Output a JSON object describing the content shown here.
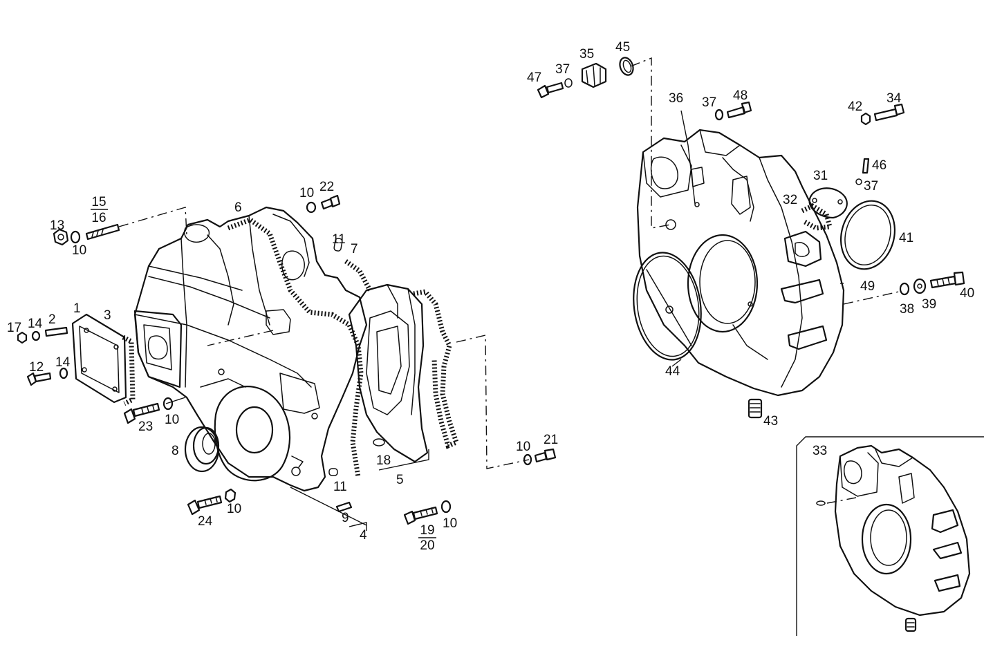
{
  "callouts": {
    "c1": "1",
    "c2": "2",
    "c3": "3",
    "c4": "4",
    "c5": "5",
    "c6": "6",
    "c7": "7",
    "c8": "8",
    "c9": "9",
    "c10a": "10",
    "c10b": "10",
    "c10c": "10",
    "c10d": "10",
    "c10e": "10",
    "c10f": "10",
    "c11a": "11",
    "c11b": "11",
    "c12": "12",
    "c13": "13",
    "c14a": "14",
    "c14b": "14",
    "c17": "17",
    "c18": "18",
    "c21": "21",
    "c22": "22",
    "c23": "23",
    "c24": "24",
    "c31": "31",
    "c32": "32",
    "c33": "33",
    "c34": "34",
    "c35": "35",
    "c36": "36",
    "c37a": "37",
    "c37b": "37",
    "c37c": "37",
    "c38": "38",
    "c39": "39",
    "c40": "40",
    "c41": "41",
    "c42": "42",
    "c43": "43",
    "c44": "44",
    "c45": "45",
    "c46": "46",
    "c47": "47",
    "c48": "48",
    "c49": "49"
  },
  "fractions": {
    "f15_16": {
      "top": "15",
      "bottom": "16"
    },
    "f19_20": {
      "top": "19",
      "bottom": "20"
    }
  }
}
